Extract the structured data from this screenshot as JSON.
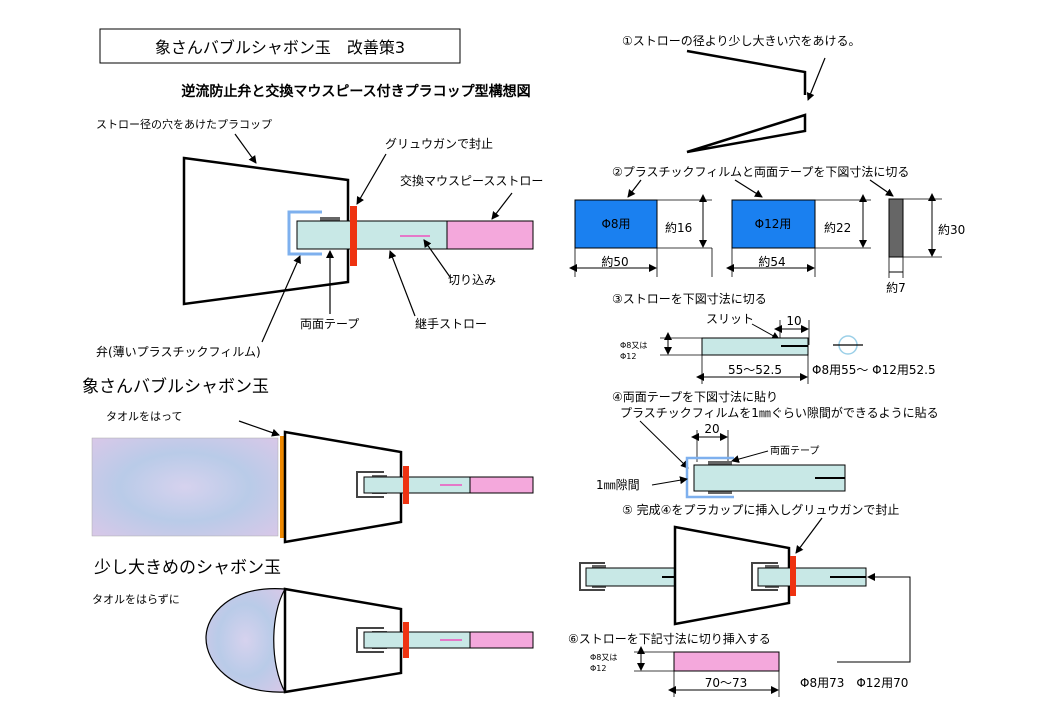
{
  "title": "象さんバブルシャボン玉　改善策3",
  "subtitle": "逆流防止弁と交換マウスピース付きプラコップ型構想図",
  "labels": {
    "cup_hole": "ストロー径の穴をあけたプラコップ",
    "glue": "グリュウガンで封止",
    "mouthpiece": "交換マウスピースストロー",
    "slit": "切り込み",
    "double_tape": "両面テープ",
    "joint_straw": "継手ストロー",
    "valve": "弁(薄いプラスチックフィルム)",
    "elephant": "象さんバブルシャボン玉",
    "towel_on": "タオルをはって",
    "bigger": "少し大きめのシャボン玉",
    "towel_off": "タオルをはらずに"
  },
  "steps": {
    "s1": "①ストローの径より少し大きい穴をあける。",
    "s2": "②プラスチックフィルムと両面テープを下図寸法に切る",
    "s3": "③ストローを下図寸法に切る",
    "s4a": "④両面テープを下図寸法に貼り",
    "s4b": "プラスチックフィルムを1㎜ぐらい隙間ができるように貼る",
    "s5": "⑤  完成④をプラカップに挿入しグリュウガンで封止",
    "s6": "⑥ストローを下記寸法に切り挿入する"
  },
  "step2": {
    "film8": "Φ8用",
    "film12": "Φ12用",
    "h16": "約16",
    "h22": "約22",
    "h30": "約30",
    "w50": "約50",
    "w54": "約54",
    "w7": "約7"
  },
  "step3": {
    "slit": "スリット",
    "d10": "10",
    "dia_a": "Φ8又は",
    "dia_b": "Φ12",
    "len": "55～52.5",
    "spec": "Φ8用55～ Φ12用52.5"
  },
  "step4": {
    "d20": "20",
    "tape": "両面テープ",
    "gap": "1㎜隙間"
  },
  "step6": {
    "dia_a": "Φ8又は",
    "dia_b": "Φ12",
    "len": "70～73",
    "spec": "Φ8用73　Φ12用70"
  },
  "colors": {
    "seal": "#ee3311",
    "straw": "#c8e8e6",
    "mouthpiece": "#f4a8dc",
    "film_blue": "#1a80f0",
    "tape_gray": "#666666",
    "towel": "#c8cce8",
    "towel_edge": "#ee8800",
    "valve": "#7eb0ee"
  }
}
